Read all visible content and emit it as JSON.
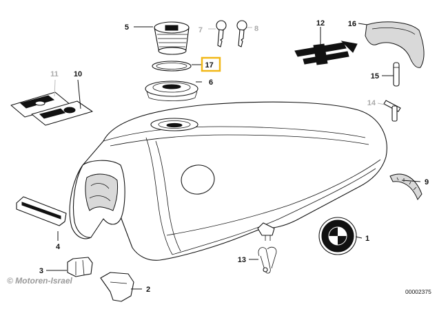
{
  "callouts": {
    "p1": "1",
    "p2": "2",
    "p3": "3",
    "p4": "4",
    "p5": "5",
    "p6": "6",
    "p7": "7",
    "p8": "8",
    "p9": "9",
    "p10": "10",
    "p11": "11",
    "p12": "12",
    "p13": "13",
    "p14": "14",
    "p15": "15",
    "p16": "16",
    "p17": "17"
  },
  "highlighted_callout": "17",
  "highlight_color": "#f1b716",
  "inactive_color": "#aaaaaa",
  "watermark": "© Motoren-Israel",
  "document_id": "00002375"
}
